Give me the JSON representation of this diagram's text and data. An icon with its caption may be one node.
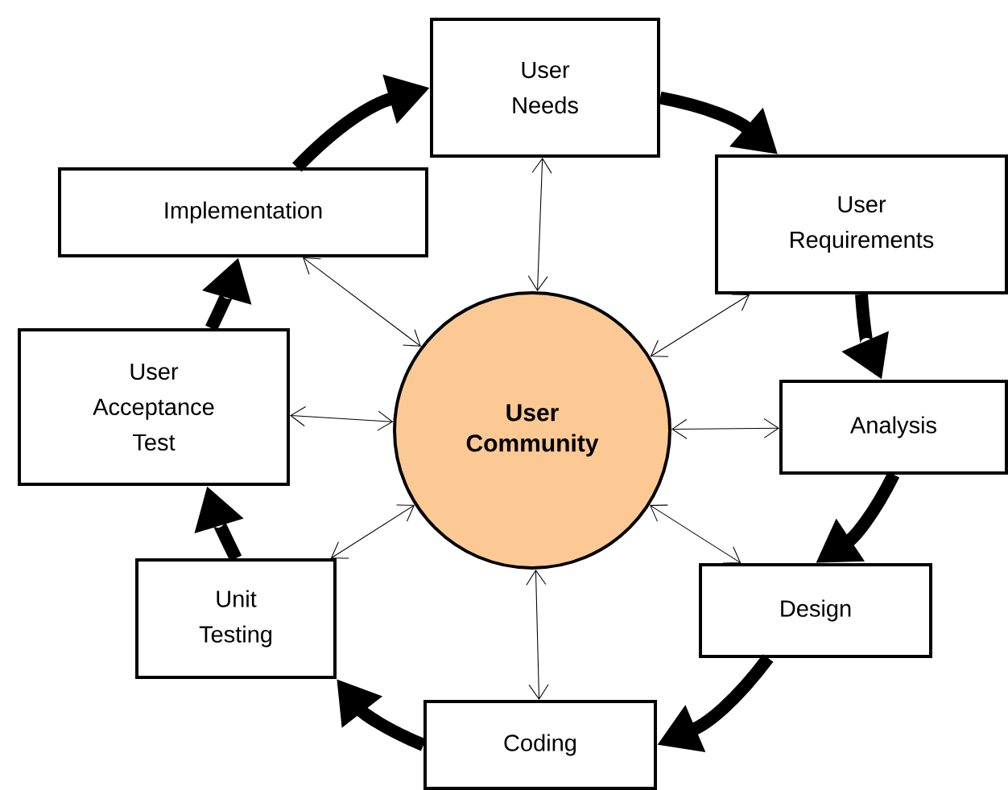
{
  "diagram": {
    "nodes": [
      {
        "text": [
          "User Needs"
        ]
      },
      {
        "text": [
          "User Requirements"
        ]
      },
      {
        "text": [
          "Analysis"
        ]
      },
      {
        "text": [
          "Design"
        ]
      },
      {
        "text": [
          "Coding"
        ]
      },
      {
        "text": [
          "Unit Testing"
        ]
      },
      {
        "text": [
          "User Acceptance Test"
        ]
      },
      {
        "text": [
          "Implementation"
        ]
      },
      {
        "text": [
          "User Community"
        ]
      }
    ],
    "edges": [
      {
        "from": 0,
        "to": 1,
        "arrow": "to",
        "style": "thick"
      },
      {
        "from": 1,
        "to": 2,
        "arrow": "to",
        "style": "thick"
      },
      {
        "from": 2,
        "to": 3,
        "arrow": "to",
        "style": "thick"
      },
      {
        "from": 3,
        "to": 4,
        "arrow": "to",
        "style": "thick"
      },
      {
        "from": 4,
        "to": 5,
        "arrow": "to",
        "style": "thick"
      },
      {
        "from": 5,
        "to": 6,
        "arrow": "to",
        "style": "thick"
      },
      {
        "from": 6,
        "to": 7,
        "arrow": "to",
        "style": "thick"
      },
      {
        "from": 7,
        "to": 0,
        "arrow": "to",
        "style": "thick"
      },
      {
        "from": 8,
        "to": 0,
        "arrow": "both"
      },
      {
        "from": 8,
        "to": 1,
        "arrow": "both"
      },
      {
        "from": 8,
        "to": 2,
        "arrow": "both"
      },
      {
        "from": 8,
        "to": 3,
        "arrow": "both"
      },
      {
        "from": 8,
        "to": 4,
        "arrow": "both"
      },
      {
        "from": 8,
        "to": 5,
        "arrow": "both"
      },
      {
        "from": 8,
        "to": 6,
        "arrow": "both"
      },
      {
        "from": 8,
        "to": 7,
        "arrow": "both"
      }
    ]
  }
}
